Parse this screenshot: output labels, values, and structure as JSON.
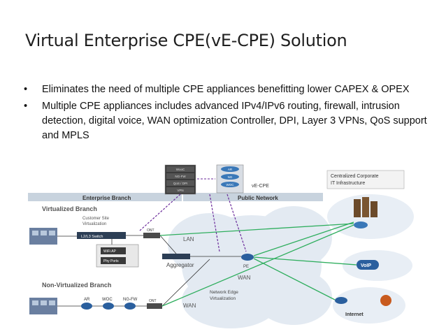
{
  "slide": {
    "title": "Virtual Enterprise CPE(vE-CPE) Solution",
    "bullets": [
      "Eliminates the need of multiple CPE appliances benefitting lower CAPEX & OPEX",
      "Multiple CPE appliances includes advanced IPv4/IPv6 routing, firewall, intrusion detection, digital voice, WAN optimization  Controller, DPI, Layer 3 VPNs, QoS support and MPLS"
    ],
    "bullet_symbol": "•"
  },
  "diagram": {
    "vnf_stack": [
      "WooC",
      "NG-FW",
      "QoS / DPI",
      "VPN"
    ],
    "vecpe_boxes": [
      "AR",
      "NG",
      "WOC"
    ],
    "vecpe_label": "vE-CPE",
    "centralized_label_1": "Centralized Corporate",
    "centralized_label_2": "IT Infrastructure",
    "enterprise_branch": "Enterprise Branch",
    "public_network": "Public Network",
    "virtualized_branch": "Virtualized Branch",
    "customer_site_1": "Customer Site",
    "customer_site_2": "Virtualization",
    "l2l3_switch": "L2/L3 Switch",
    "ont": "ONT",
    "wifi_ap": "WiFi AP",
    "phy_ports": "Phy Ports",
    "lan": "LAN",
    "aggregator": "Aggregator",
    "pe": "PE",
    "wan_1": "WAN",
    "wan_2": "WAN",
    "voip": "VoIP",
    "internet": "Internet",
    "non_virtualized_branch": "Non-Virtualized Branch",
    "ar": "AR",
    "woc": "WOC",
    "ngfw": "NG-FW",
    "ont_2": "ONT",
    "network_edge_1": "Network Edge",
    "network_edge_2": "Virtualization",
    "colors": {
      "cloud": "#dfe8f2",
      "header_bar": "#c8d3de",
      "dashed_purple": "#6a2a9a",
      "green_line": "#2fae5e",
      "device_blue": "#3a78b8"
    }
  }
}
